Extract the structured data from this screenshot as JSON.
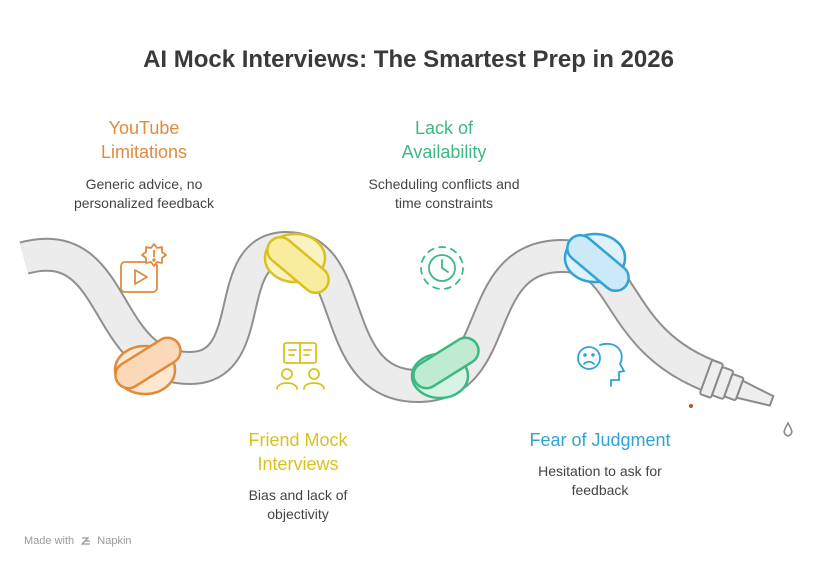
{
  "title": "AI Mock Interviews: The Smartest Prep in 2026",
  "items": [
    {
      "heading_line1": "YouTube",
      "heading_line2": "Limitations",
      "desc_line1": "Generic advice, no",
      "desc_line2": "personalized feedback",
      "color": "#e08a3c",
      "icon": "video-alert-icon"
    },
    {
      "heading_line1": "Friend Mock",
      "heading_line2": "Interviews",
      "desc_line1": "Bias and lack of",
      "desc_line2": "objectivity",
      "color": "#d9c21f",
      "icon": "people-discussion-icon"
    },
    {
      "heading_line1": "Lack of",
      "heading_line2": "Availability",
      "desc_line1": "Scheduling conflicts and",
      "desc_line2": "time constraints",
      "color": "#3db882",
      "icon": "clock-icon"
    },
    {
      "heading_line1": "Fear of Judgment",
      "heading_line2": "",
      "desc_line1": "Hesitation to ask for",
      "desc_line2": "feedback",
      "color": "#2fa3d6",
      "icon": "worried-face-icon"
    }
  ],
  "footer": {
    "made_with": "Made with",
    "brand": "Napkin"
  }
}
